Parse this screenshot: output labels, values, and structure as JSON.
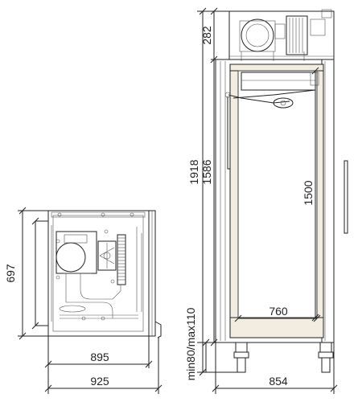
{
  "drawing": {
    "dimensions": {
      "plan_depth_outer": "925",
      "plan_depth_inner": "895",
      "plan_width": "697",
      "height_total": "1918",
      "height_body": "1586",
      "height_unit": "282",
      "height_door": "1500",
      "inner_depth": "760",
      "outer_depth": "854",
      "legs": "min80/max110"
    },
    "icons": {
      "compressor": "compressor-icon",
      "fan": "fan-icon",
      "condenser": "condenser-icon",
      "evaporator": "evaporator-icon",
      "door_handle": "door-handle-icon",
      "leg": "leg-icon"
    }
  }
}
